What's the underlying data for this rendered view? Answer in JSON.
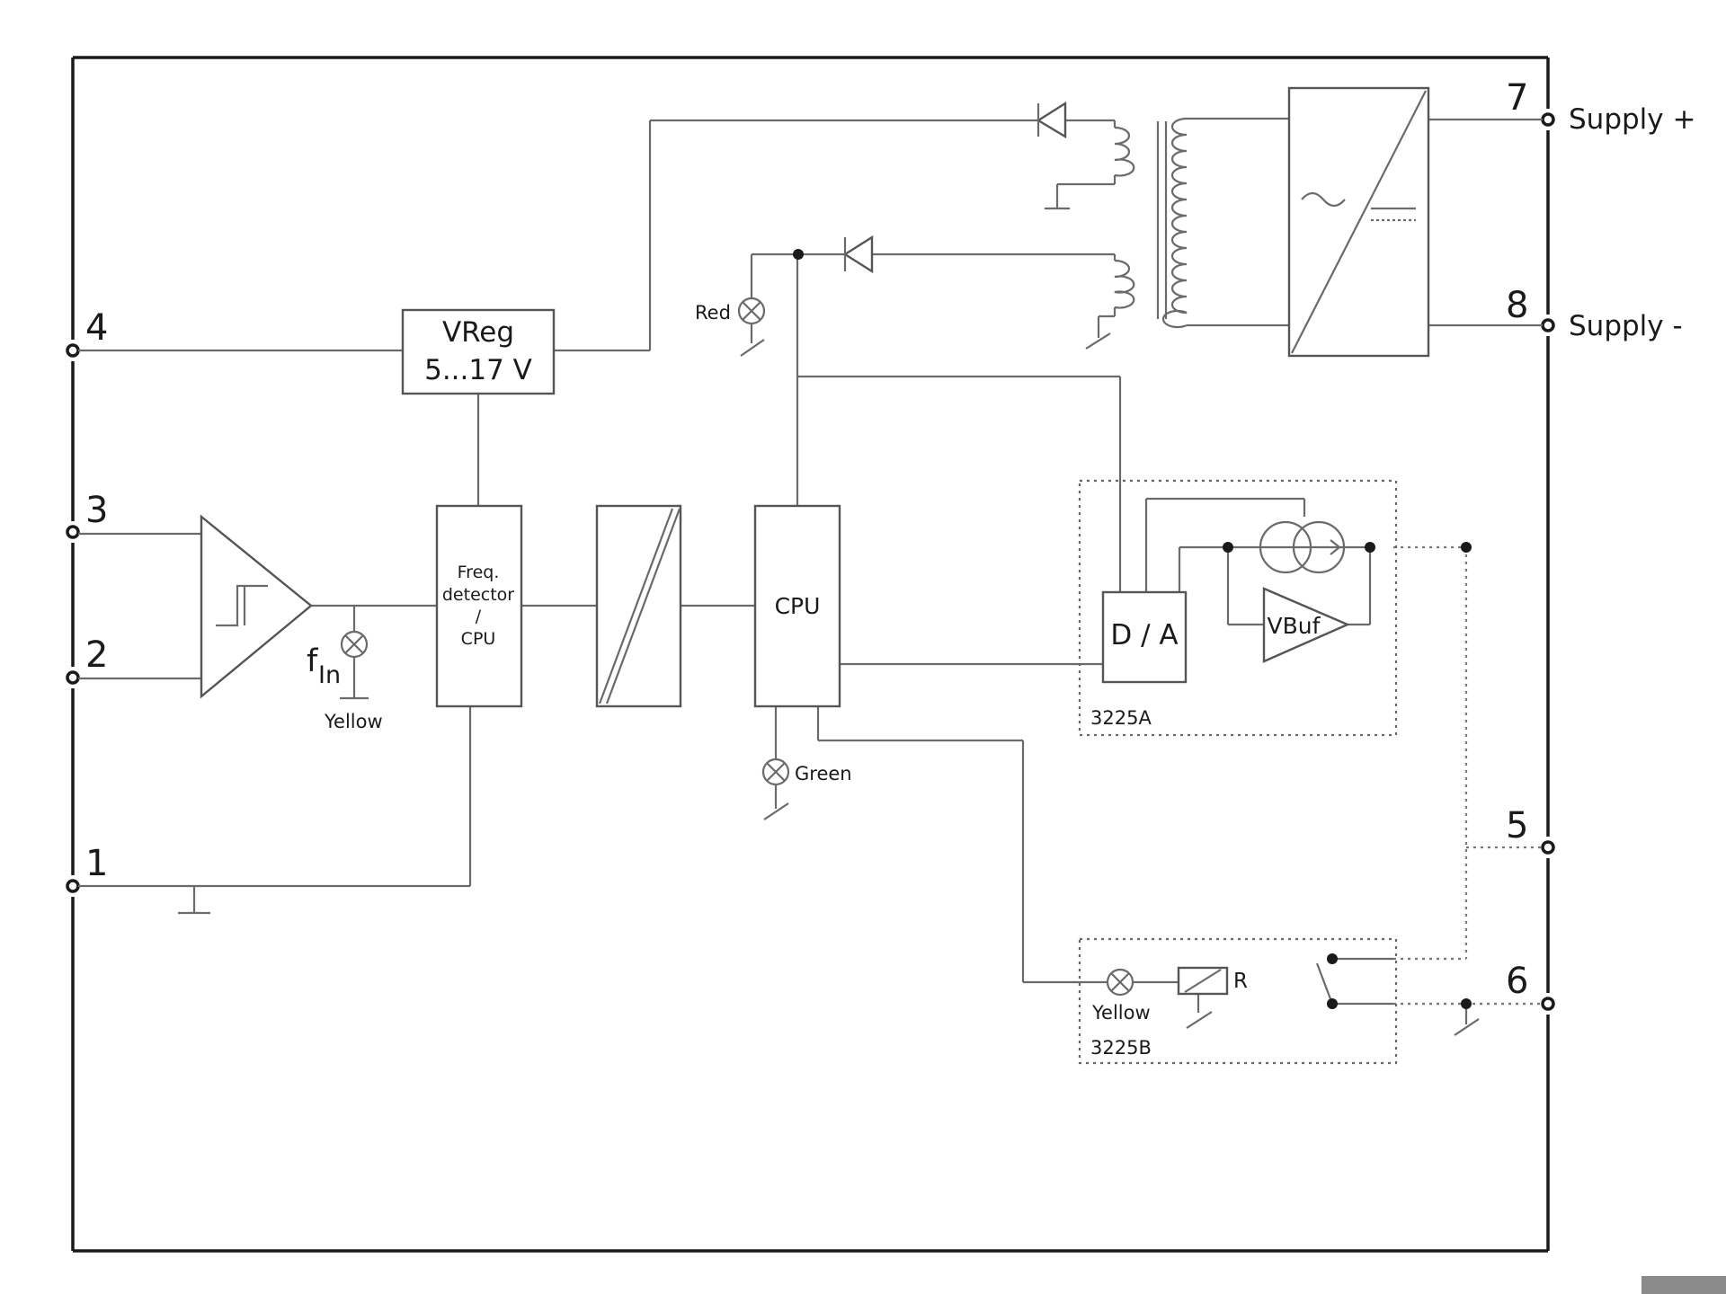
{
  "terminals": {
    "t1": "1",
    "t2": "2",
    "t3": "3",
    "t4": "4",
    "t5": "5",
    "t6": "6",
    "t7": "7",
    "t8": "8"
  },
  "supply": {
    "plus": "Supply +",
    "minus": "Supply -"
  },
  "blocks": {
    "vreg_line1": "VReg",
    "vreg_line2": "5...17 V",
    "freq_line1": "Freq.",
    "freq_line2": "detector",
    "freq_line3": "/",
    "freq_line4": "CPU",
    "cpu": "CPU",
    "da": "D / A",
    "vbuf": "VBuf",
    "relay": "R"
  },
  "modules": {
    "module_a": "3225A",
    "module_b": "3225B"
  },
  "leds": {
    "red": "Red",
    "green": "Green",
    "yellow_input": "Yellow",
    "yellow_relay": "Yellow"
  },
  "signals": {
    "f_in_main": "f",
    "f_in_sub": "In"
  }
}
